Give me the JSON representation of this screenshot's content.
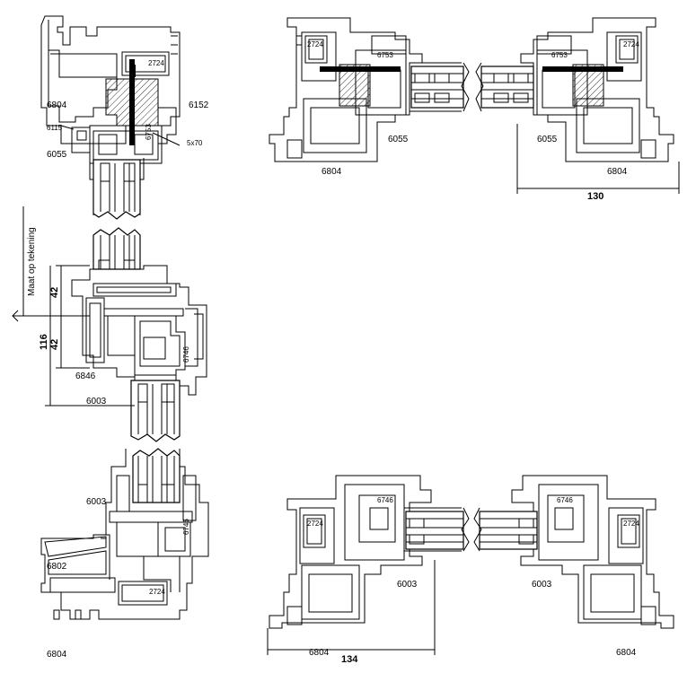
{
  "labels": {
    "top_left_frame": "6804",
    "top_left_2724": "2724",
    "top_left_6152": "6152",
    "top_left_6115": "6115",
    "top_left_6055": "6055",
    "top_left_6753": "6753",
    "top_left_screw": "5x70",
    "mid_6846": "6846",
    "mid_6003": "6003",
    "mid_6746": "6746",
    "mid_dim_42a": "42",
    "mid_dim_42b": "42",
    "mid_dim_116": "116",
    "maat_op_tekening": "Maat op tekening",
    "bot_left_6003": "6003",
    "bot_left_6746": "6746",
    "bot_left_6802": "6802",
    "bot_left_2724": "2724",
    "bot_left_6804": "6804",
    "tr_left_2724": "2724",
    "tr_left_6753": "6753",
    "tr_left_6055": "6055",
    "tr_left_6804": "6804",
    "tr_right_2724": "2724",
    "tr_right_6753": "6753",
    "tr_right_6055": "6055",
    "tr_right_6804": "6804",
    "tr_dim_130": "130",
    "br_left_2724": "2724",
    "br_left_6746": "6746",
    "br_left_6003": "6003",
    "br_left_6804": "6804",
    "br_right_2724": "2724",
    "br_right_6746": "6746",
    "br_right_6003": "6003",
    "br_right_6804": "6804",
    "br_dim_134": "134"
  }
}
